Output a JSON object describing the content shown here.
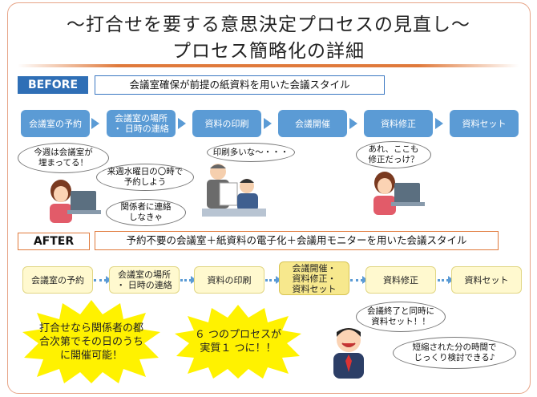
{
  "title_line1": "〜打合せを要する意思決定プロセスの見直し〜",
  "title_line2": "プロセス簡略化の詳細",
  "before": {
    "tag": "BEFORE",
    "description": "会議室確保が前提の紙資料を用いた会議スタイル",
    "steps": [
      "会議室の予約",
      "会議室の場所\n・ 日時の連絡",
      "資料の印刷",
      "会議開催",
      "資料修正",
      "資料セット"
    ],
    "bubbles": {
      "room_full": "今週は会議室が\n埋まってる！",
      "next_week": "来週水曜日の〇時で\n予約しよう",
      "contact": "関係者に連絡\nしなきゃ",
      "print_many": "印刷多いな〜・・・",
      "fix_again": "あれ、ここも\n修正だっけ？"
    }
  },
  "after": {
    "tag": "AFTER",
    "description": "予約不要の会議室＋紙資料の電子化＋会議用モニターを用いた会議スタイル",
    "steps": [
      "会議室の予約",
      "会議室の場所\n・ 日時の連絡",
      "資料の印刷",
      "会議開催・\n資料修正・\n資料セット",
      "資料修正",
      "資料セット"
    ],
    "burst1": "打合せなら関係者の都\n合次第でその日のうち\nに開催可能！",
    "burst2": "６ つのプロセスが\n実質１ つに！！",
    "bubbles": {
      "set_done": "会議終了と同時に\n資料セット！！",
      "saved_time": "短縮された分の時間で\nじっくり検討できる♪"
    }
  },
  "colors": {
    "accent_orange": "#e07a3c",
    "blue": "#5b9bd5",
    "yellow": "#fff9cf",
    "burst": "#fff200"
  }
}
